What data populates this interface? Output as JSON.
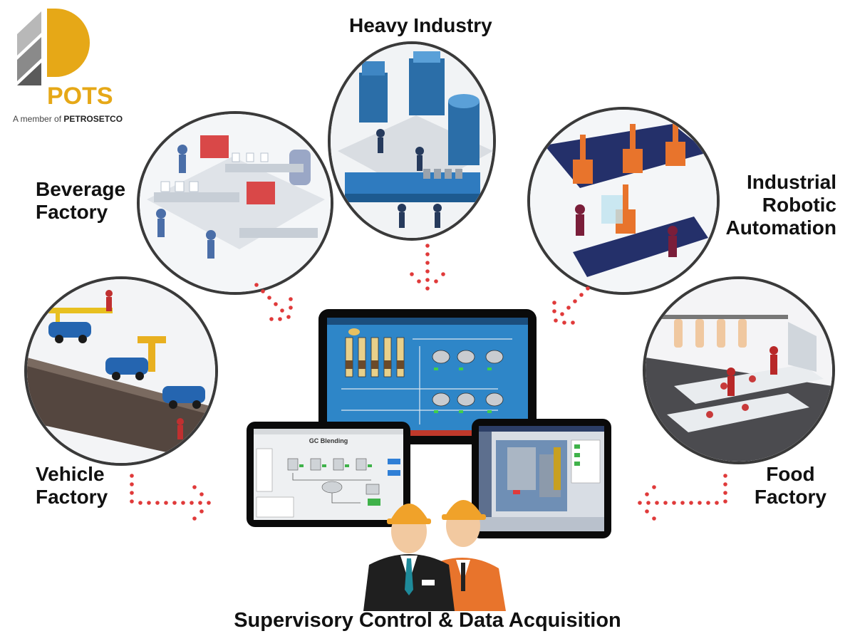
{
  "logo": {
    "brand": "POTS",
    "tagline_prefix": "A member of ",
    "tagline_company": "PETROSETCO"
  },
  "nodes": [
    {
      "id": "heavy",
      "label": "Heavy Industry"
    },
    {
      "id": "beverage",
      "label_lines": [
        "Beverage",
        "Factory"
      ]
    },
    {
      "id": "robotic",
      "label_lines": [
        "Industrial",
        "Robotic",
        "Automation"
      ]
    },
    {
      "id": "vehicle",
      "label_lines": [
        "Vehicle",
        "Factory"
      ]
    },
    {
      "id": "food",
      "label_lines": [
        "Food",
        "Factory"
      ]
    }
  ],
  "center_screen_title": "GC Blending",
  "caption": "Supervisory Control & Data Acquisition",
  "colors": {
    "accent": "#e6a817",
    "arrow": "#e03a3a",
    "screen_blue": "#2e86c8",
    "ring": "#3a3a3a"
  }
}
